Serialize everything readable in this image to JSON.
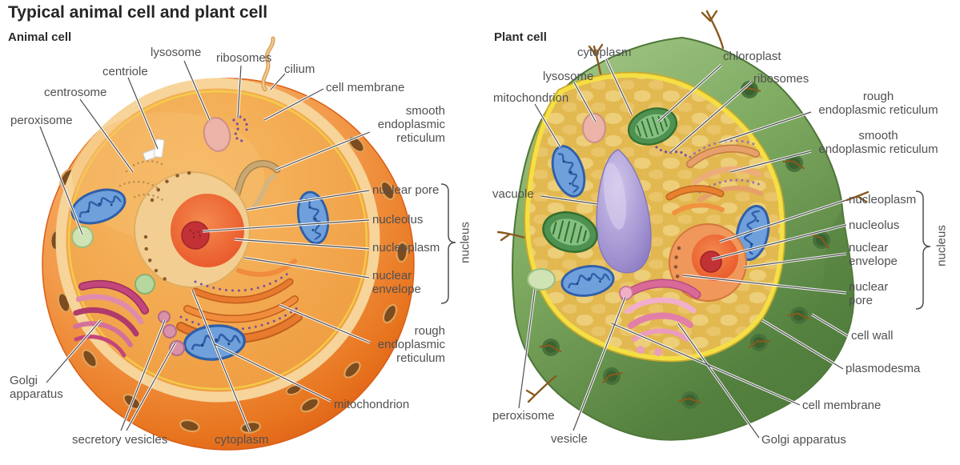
{
  "title": "Typical animal cell and plant cell",
  "animal": {
    "heading": "Animal cell",
    "labels": {
      "lysosome": "lysosome",
      "ribosomes": "ribosomes",
      "cilium": "cilium",
      "cell_membrane": "cell membrane",
      "smooth_endoplasmic_reticulum": "smooth\nendoplasmic\nreticulum",
      "centriole": "centriole",
      "centrosome": "centrosome",
      "peroxisome": "peroxisome",
      "nuclear_pore": "nuclear pore",
      "nucleolus": "nucleolus",
      "nucleoplasm": "nucleoplasm",
      "nuclear_envelope": "nuclear\nenvelope",
      "nucleus": "nucleus",
      "rough_endoplasmic_reticulum": "rough\nendoplasmic\nreticulum",
      "mitochondrion": "mitochondrion",
      "golgi_apparatus": "Golgi\napparatus",
      "secretory_vesicles": "secretory vesicles",
      "cytoplasm": "cytoplasm"
    }
  },
  "plant": {
    "heading": "Plant cell",
    "labels": {
      "cytoplasm": "cytoplasm",
      "lysosome": "lysosome",
      "mitochondrion": "mitochondrion",
      "chloroplast": "chloroplast",
      "ribosomes": "ribosomes",
      "rough_endoplasmic_reticulum": "rough\nendoplasmic reticulum",
      "smooth_endoplasmic_reticulum": "smooth\nendoplasmic reticulum",
      "vacuole": "vacuole",
      "nucleoplasm": "nucleoplasm",
      "nucleolus": "nucleolus",
      "nuclear_envelope": "nuclear\nenvelope",
      "nuclear_pore": "nuclear\npore",
      "nucleus": "nucleus",
      "cell_wall": "cell wall",
      "plasmodesma": "plasmodesma",
      "cell_membrane": "cell membrane",
      "golgi_apparatus": "Golgi apparatus",
      "peroxisome": "peroxisome",
      "vesicle": "vesicle"
    }
  },
  "palette": {
    "animal_cell_orange": "#F08A3C",
    "animal_cut_surface": "#F6D096",
    "plant_wall_green": "#6E9B55",
    "membrane_yellow": "#F2DC3E",
    "cytoplasm_ochre": "#E3BA52",
    "vacuole_lavender": "#A99BD6",
    "nucleolus_red": "#C23136",
    "mitochondrion_blue": "#6FA0DC",
    "golgi_magenta": "#C2457B",
    "golgi_pink": "#E27FA9",
    "ribosome_purple": "#7B4FA0",
    "label_text": "#4F5052"
  }
}
